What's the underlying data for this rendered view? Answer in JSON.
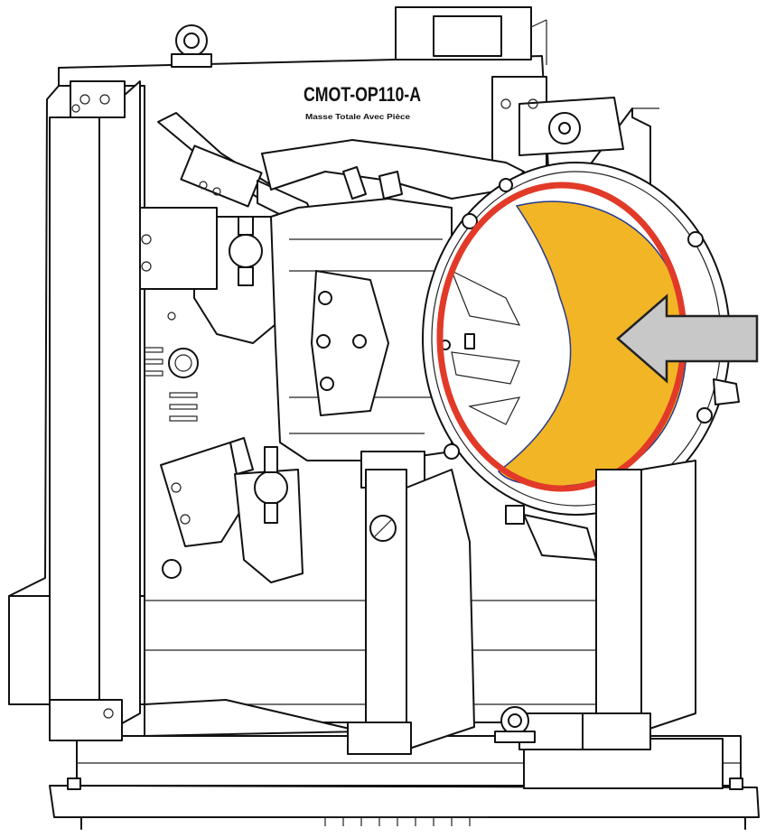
{
  "drawing": {
    "title": "CMOT-OP110-A",
    "subtitle": "Masse Totale Avec Pièce",
    "colors": {
      "line": "#111111",
      "highlight_fill": "#f2b526",
      "highlight_ring": "#e23a28",
      "arrow_fill": "#c8c8c8",
      "arrow_stroke": "#222222",
      "background": "#ffffff"
    },
    "annotations": [
      {
        "name": "highlight-crescent",
        "meaning": "highlighted face area"
      },
      {
        "name": "highlight-ring",
        "meaning": "circled flange"
      },
      {
        "name": "pointer-arrow",
        "direction": "left"
      }
    ]
  }
}
